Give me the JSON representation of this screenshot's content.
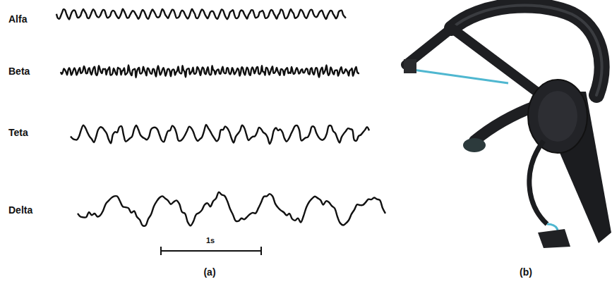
{
  "diagram": {
    "labels": [
      "Alfa",
      "Beta",
      "Teta",
      "Delta",
      "1s",
      "(a)",
      "(b)"
    ]
  }
}
